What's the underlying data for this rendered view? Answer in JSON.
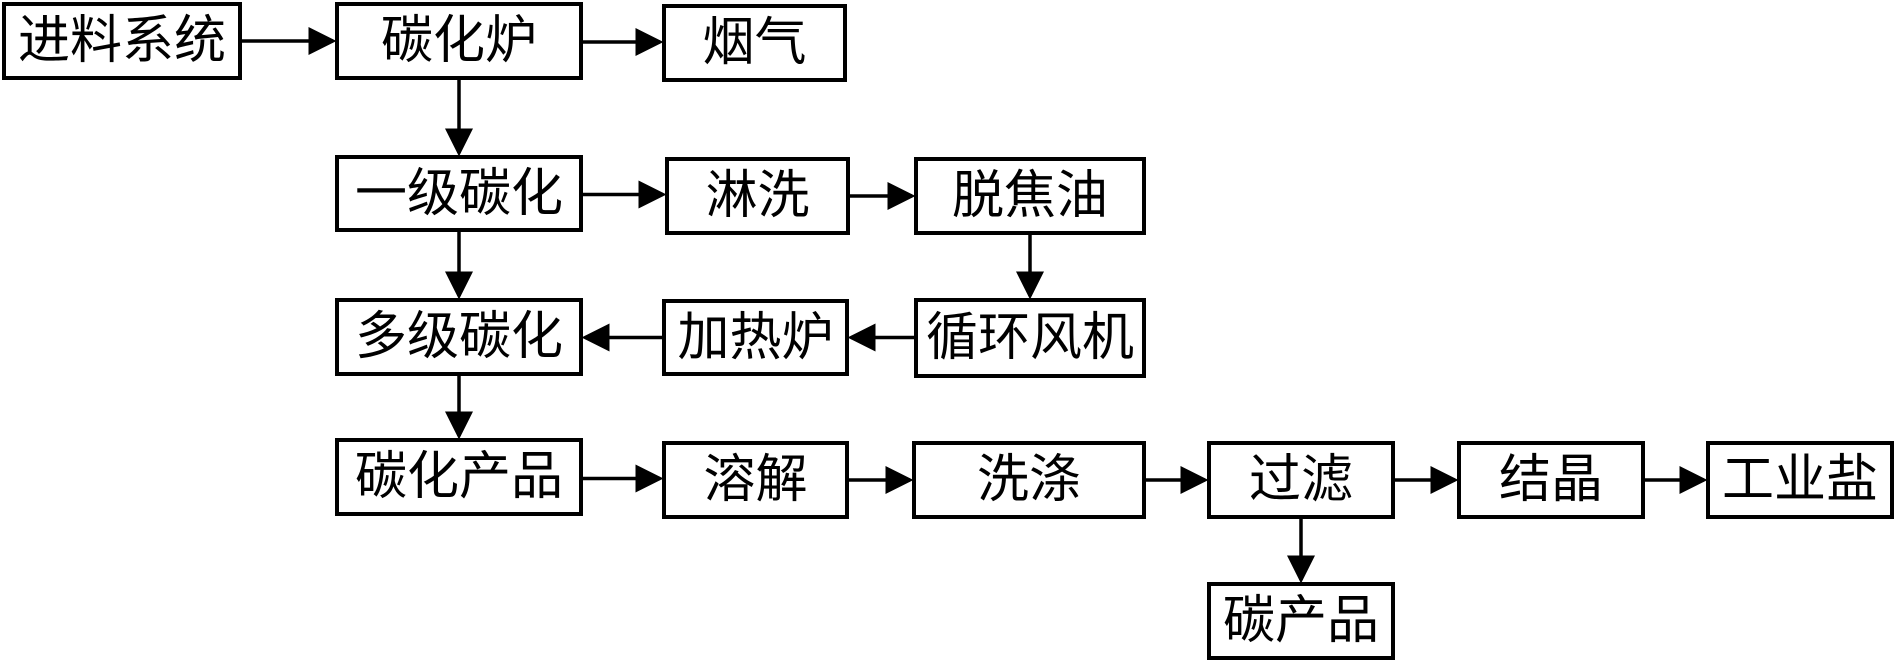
{
  "nodes": {
    "feed_system": "进料系统",
    "carbonization_furnace": "碳化炉",
    "flue_gas": "烟气",
    "primary_carbonization": "一级碳化",
    "spray_washing": "淋洗",
    "tar_removal": "脱焦油",
    "multistage_carbonization": "多级碳化",
    "heating_furnace": "加热炉",
    "circulating_fan": "循环风机",
    "carbonized_product": "碳化产品",
    "dissolution": "溶解",
    "washing": "洗涤",
    "filtration": "过滤",
    "crystallization": "结晶",
    "industrial_salt": "工业盐",
    "carbon_product": "碳产品"
  },
  "edges": [
    {
      "from": "feed_system",
      "to": "carbonization_furnace"
    },
    {
      "from": "carbonization_furnace",
      "to": "flue_gas"
    },
    {
      "from": "carbonization_furnace",
      "to": "primary_carbonization"
    },
    {
      "from": "primary_carbonization",
      "to": "spray_washing"
    },
    {
      "from": "spray_washing",
      "to": "tar_removal"
    },
    {
      "from": "tar_removal",
      "to": "circulating_fan"
    },
    {
      "from": "circulating_fan",
      "to": "heating_furnace"
    },
    {
      "from": "heating_furnace",
      "to": "multistage_carbonization"
    },
    {
      "from": "primary_carbonization",
      "to": "multistage_carbonization"
    },
    {
      "from": "multistage_carbonization",
      "to": "carbonized_product"
    },
    {
      "from": "carbonized_product",
      "to": "dissolution"
    },
    {
      "from": "dissolution",
      "to": "washing"
    },
    {
      "from": "washing",
      "to": "filtration"
    },
    {
      "from": "filtration",
      "to": "crystallization"
    },
    {
      "from": "crystallization",
      "to": "industrial_salt"
    },
    {
      "from": "filtration",
      "to": "carbon_product"
    }
  ],
  "colors": {
    "line": "#000000",
    "box_border": "#000000",
    "background": "#ffffff"
  }
}
